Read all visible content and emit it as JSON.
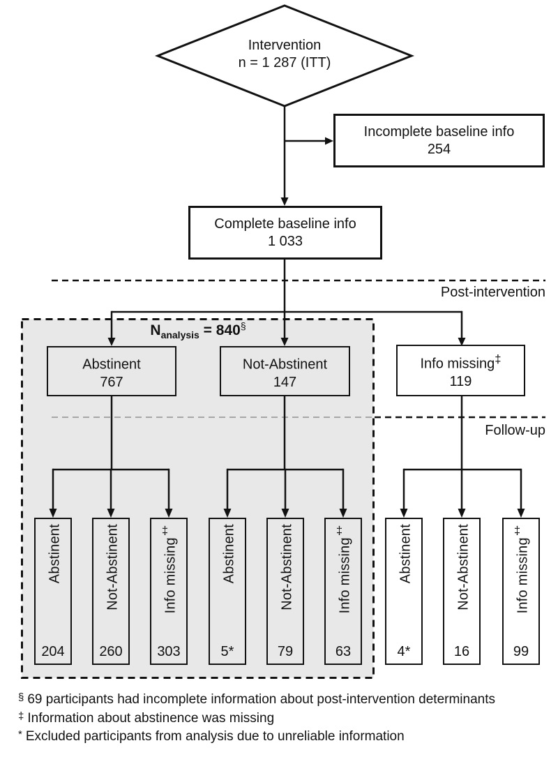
{
  "figure": {
    "diamond": {
      "line1": "Intervention",
      "line2": "n = 1 287 (ITT)"
    },
    "top_boxes": {
      "incomplete": {
        "label": "Incomplete baseline info",
        "value": "254"
      },
      "complete": {
        "label": "Complete baseline info",
        "value": "1 033"
      }
    },
    "sections": {
      "post_intervention": "Post-intervention",
      "follow_up": "Follow-up"
    },
    "n_analysis": {
      "n": "N",
      "sub": "analysis",
      "eq": " = 840",
      "sup": "§"
    },
    "mid_boxes": [
      {
        "label": "Abstinent",
        "value": "767"
      },
      {
        "label": "Not-Abstinent",
        "value": "147"
      },
      {
        "label": "Info missing",
        "sup": "‡",
        "value": "119"
      }
    ],
    "leaf_boxes": [
      {
        "label": "Abstinent",
        "value": "204"
      },
      {
        "label": "Not-Abstinent",
        "value": "260"
      },
      {
        "label": "Info missing",
        "sup": "‡",
        "value": "303"
      },
      {
        "label": "Abstinent",
        "value": "5*"
      },
      {
        "label": "Not-Abstinent",
        "value": "79"
      },
      {
        "label": "Info missing",
        "sup": "‡",
        "value": "63"
      },
      {
        "label": "Abstinent",
        "value": "4*"
      },
      {
        "label": "Not-Abstinent",
        "value": "16"
      },
      {
        "label": "Info missing",
        "sup": "‡",
        "value": "99"
      }
    ],
    "footnotes": [
      {
        "marker": "§",
        "text": "69 participants had incomplete information about post-intervention determinants"
      },
      {
        "marker": "‡",
        "text": "Information about abstinence was missing"
      },
      {
        "marker": "*",
        "text": "Excluded participants from analysis due to unreliable information"
      }
    ],
    "colors": {
      "panel_fill": "#e8e8e8",
      "line": "#111111",
      "muted_dash": "#a6a6a6"
    }
  }
}
